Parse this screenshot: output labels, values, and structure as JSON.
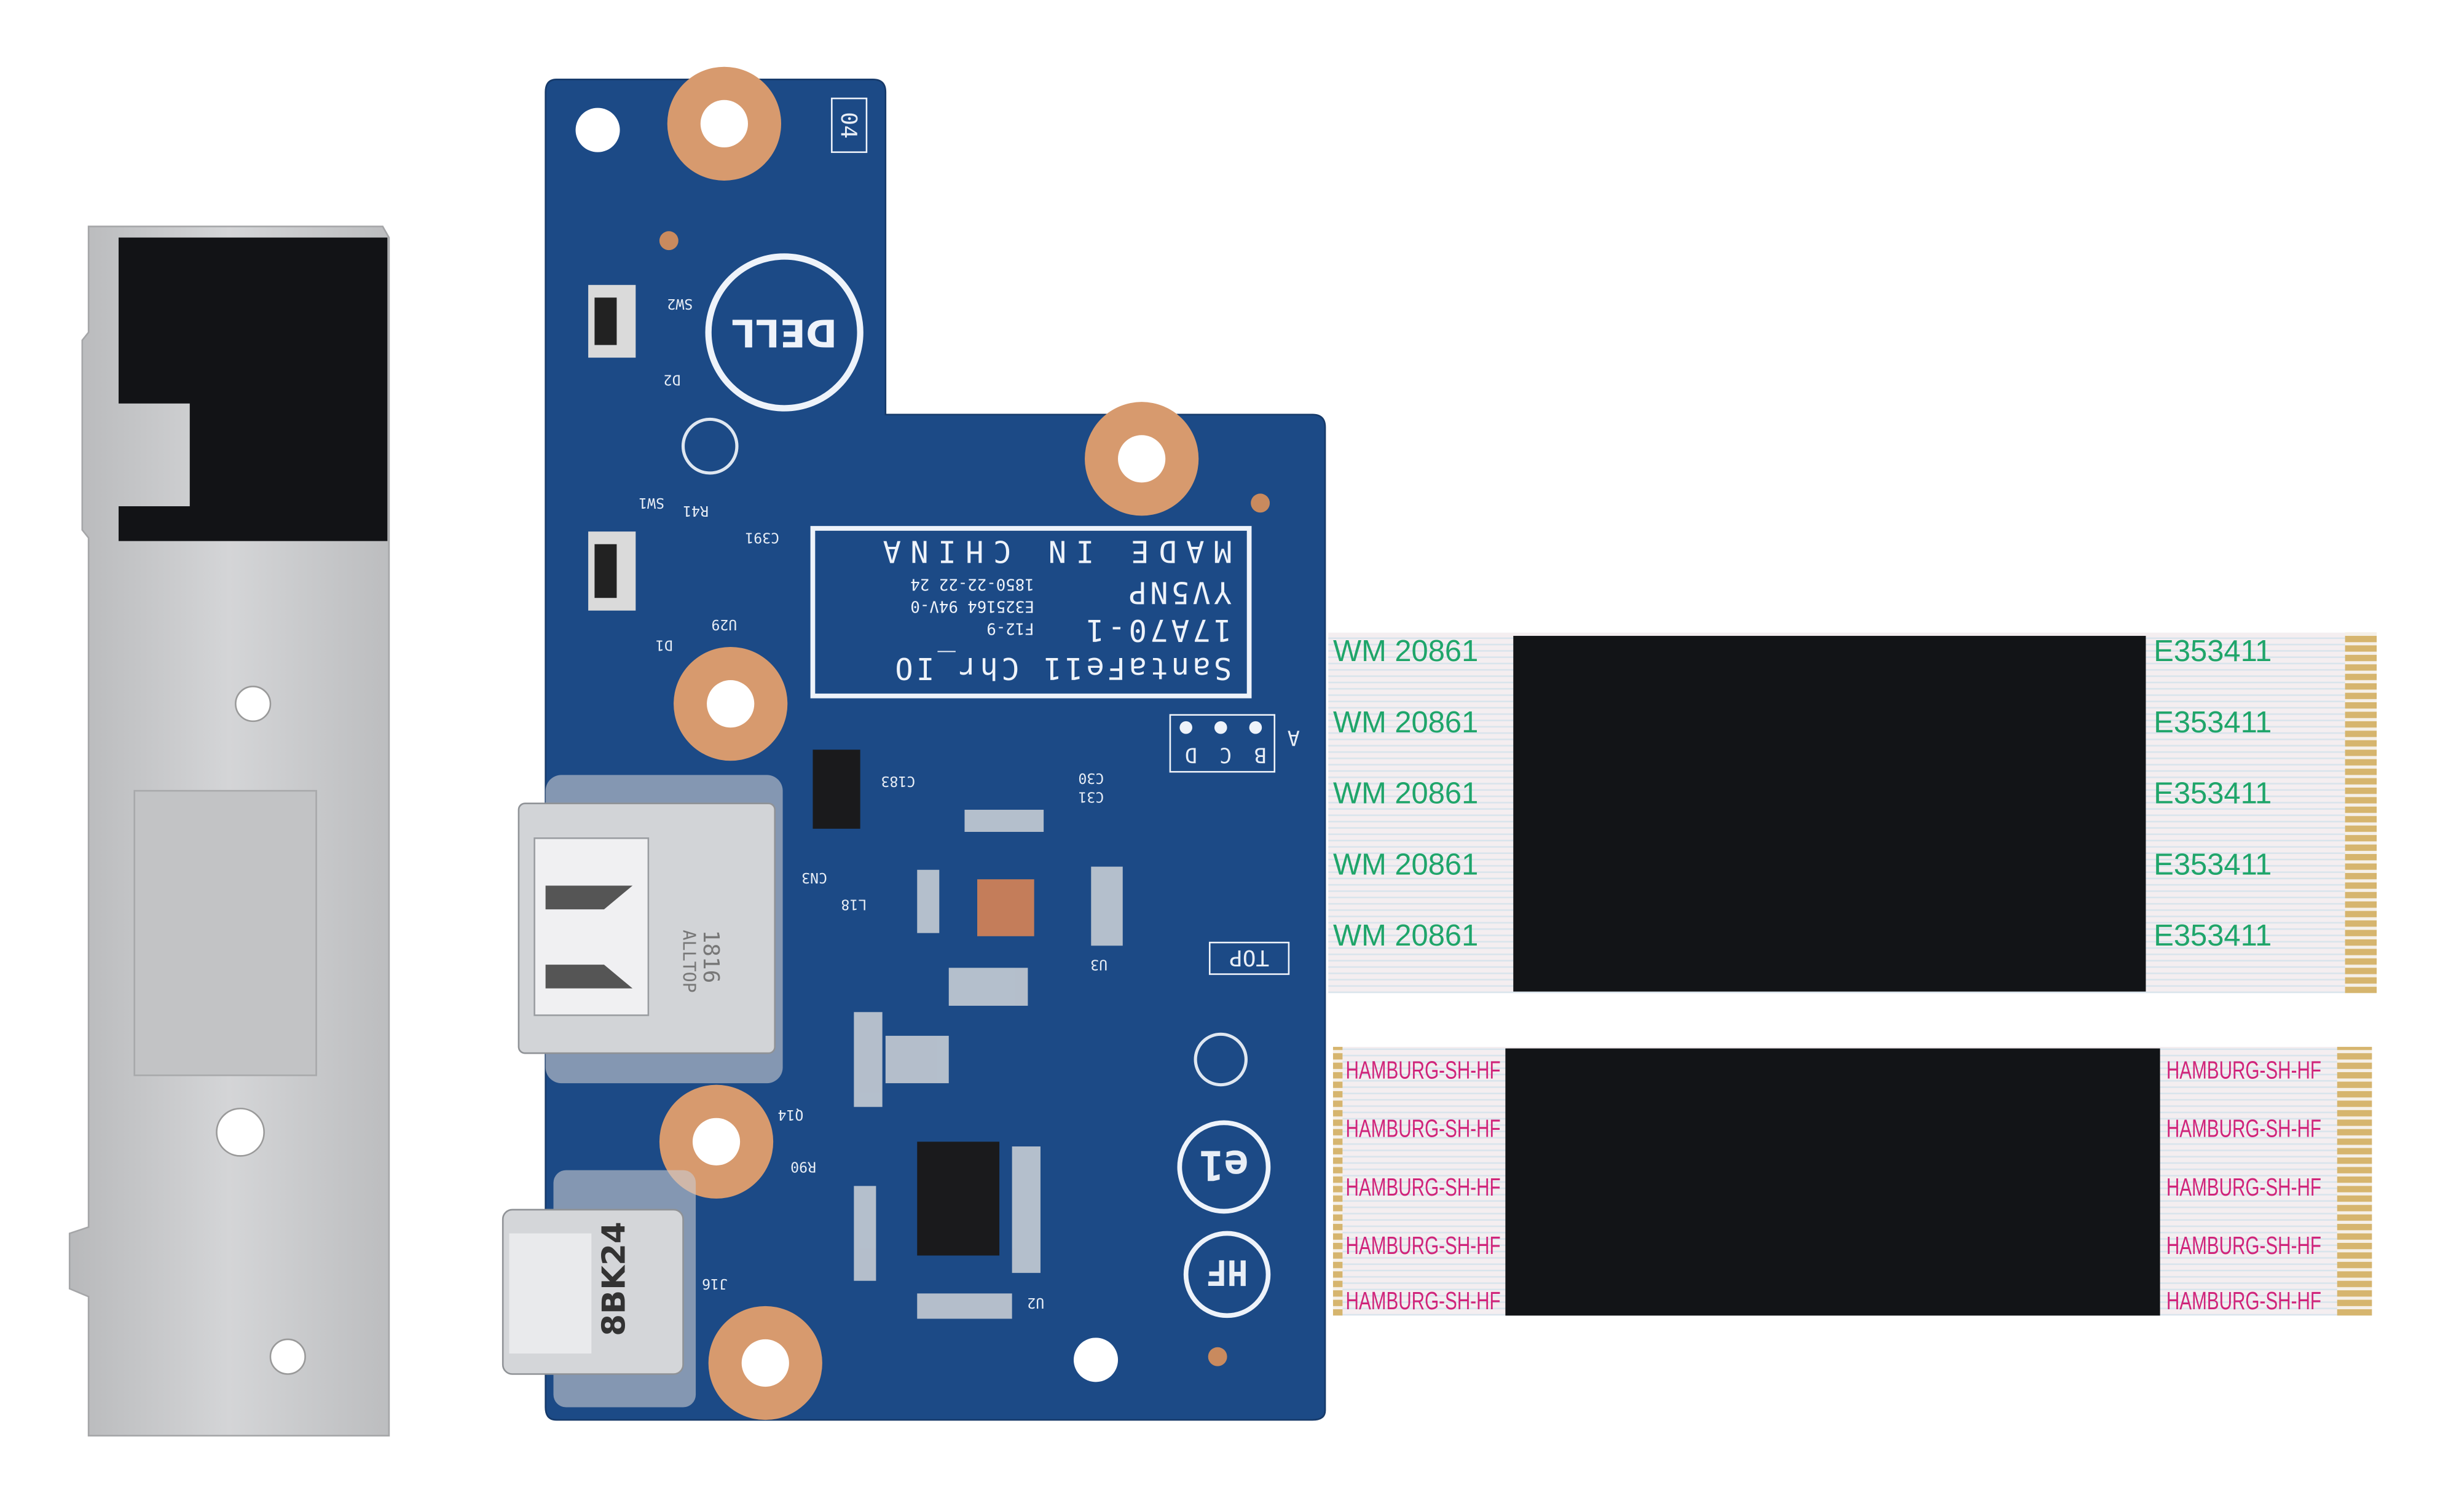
{
  "board_label": {
    "line1": "MADE IN CHINA",
    "line2": "YV5NP",
    "line3": "1850-22-22 24",
    "line4": "17A70-1",
    "line5": "E325164 94V-0",
    "line6": "F12-9",
    "line7": "SantaFe11 Chr_IO"
  },
  "silkscreen": {
    "rev": "04",
    "sw2": "SW2",
    "d2": "D2",
    "sw1": "SW1",
    "d1": "D1",
    "r41": "R41",
    "c391": "C391",
    "u29": "U29",
    "top": "TOP",
    "a": "A",
    "b": "B",
    "c": "C",
    "d": "D",
    "e1": "e1",
    "hf": "HF",
    "cn3": "CN3",
    "l18": "L18",
    "c183": "C183",
    "c30": "C30",
    "c31": "C31",
    "u3": "U3",
    "u2": "U2",
    "j16": "J16",
    "q14": "Q14",
    "r90": "R90"
  },
  "usb_a_marking": {
    "brand": "ALLTOP",
    "code": "1816"
  },
  "usb_c_marking": "8BK24",
  "logo": "DELL",
  "cable_top": {
    "left_text": "WM 20861",
    "right_text": "E353411",
    "rows": 5
  },
  "cable_bottom": {
    "text": "HAMBURG-SH-HF"
  },
  "colors": {
    "pcb": "#1c4a86",
    "copper": "#d79a6e",
    "metal": "#c9cacc",
    "tape": "#121417"
  }
}
